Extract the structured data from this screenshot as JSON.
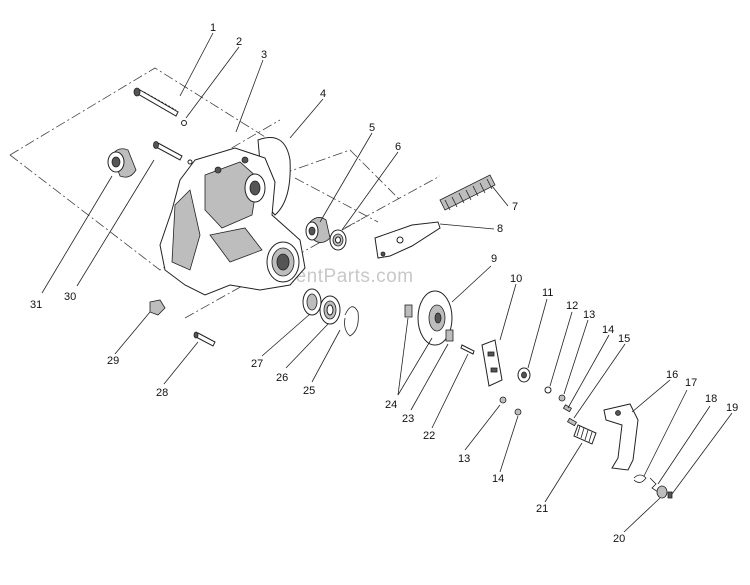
{
  "watermark": "eReplacementParts.com",
  "callouts": [
    "1",
    "2",
    "3",
    "4",
    "5",
    "6",
    "7",
    "8",
    "9",
    "10",
    "11",
    "12",
    "13",
    "14",
    "15",
    "13",
    "14",
    "16",
    "17",
    "18",
    "19",
    "20",
    "21",
    "22",
    "23",
    "24",
    "25",
    "26",
    "27",
    "28",
    "29",
    "30",
    "31"
  ]
}
